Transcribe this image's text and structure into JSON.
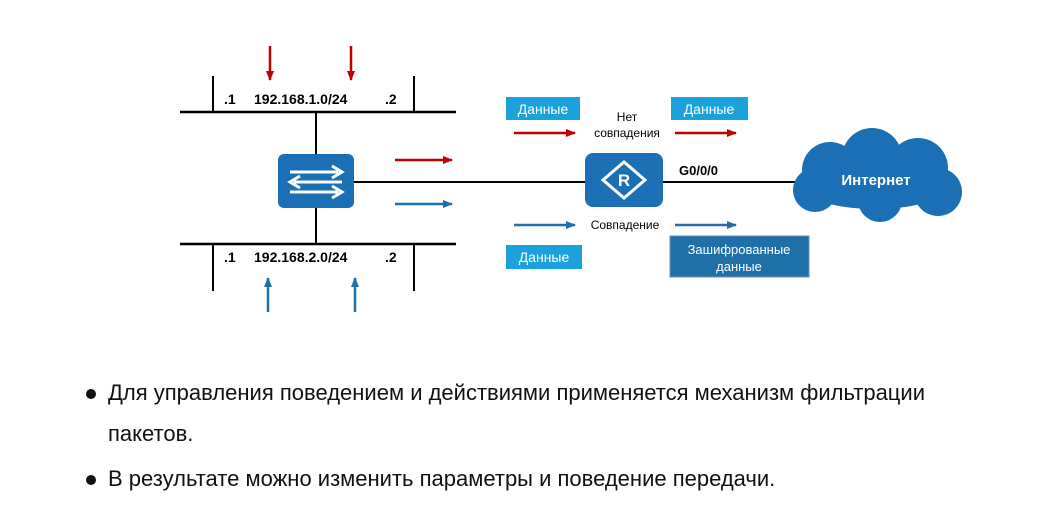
{
  "colors": {
    "red_arrow": "#c00000",
    "blue_arrow": "#1f6fa8",
    "device_blue": "#1a6fb5",
    "data_box": "#1ba1db",
    "encrypted_box": "#1f6fa8",
    "line": "#000000",
    "pc_gray": "#9a9a9a"
  },
  "icons": {
    "pc": "desktop-computer-icon",
    "switch": "switch-icon",
    "router": "router-icon",
    "cloud": "cloud-icon"
  },
  "network_top": {
    "host1": ".1",
    "subnet": "192.168.1.0/24",
    "host2": ".2"
  },
  "network_bottom": {
    "host1": ".1",
    "subnet": "192.168.2.0/24",
    "host2": ".2"
  },
  "flow_nomatch": {
    "data_left": "Данные",
    "label_line1": "Нет",
    "label_line2": "совпадения",
    "data_right": "Данные"
  },
  "flow_match": {
    "data_left": "Данные",
    "label": "Совпадение",
    "encrypted_line1": "Зашифрованные",
    "encrypted_line2": "данные"
  },
  "router": {
    "letter": "R",
    "interface": "G0/0/0"
  },
  "cloud": {
    "label": "Интернет"
  },
  "bullets": [
    "Для управления поведением и действиями применяется механизм фильтрации пакетов.",
    "В результате можно изменить параметры и поведение передачи."
  ]
}
